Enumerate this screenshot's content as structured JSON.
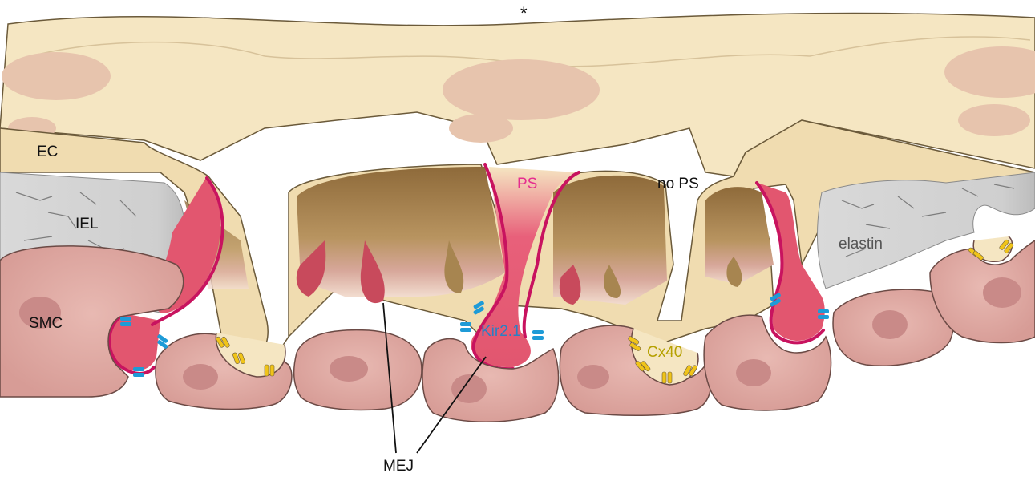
{
  "labels": {
    "asterisk": "*",
    "ec": "EC",
    "iel": "IEL",
    "smc": "SMC",
    "ps": "PS",
    "no_ps": "no PS",
    "elastin": "elastin",
    "kir": "Kir2.1",
    "cx40": "Cx40",
    "mej": "MEJ"
  },
  "colors": {
    "endothelium": "#f5e6c2",
    "endothelium_dark": "#efd9ab",
    "nucleus_ec": "#e7c4ad",
    "smc": "#e3aea8",
    "smc_nucleus": "#c98a88",
    "iel": "#d6d6d6",
    "ps_pink": "#e2566f",
    "membrane_magenta": "#c8135f",
    "cavity_brown": "#a07f4e",
    "kir_blue": "#1e9bd7",
    "cx40_yellow": "#f0c419",
    "ps_text": "#e52e8f",
    "kir_text": "#2a7fc4",
    "cx40_text": "#b5a000"
  }
}
